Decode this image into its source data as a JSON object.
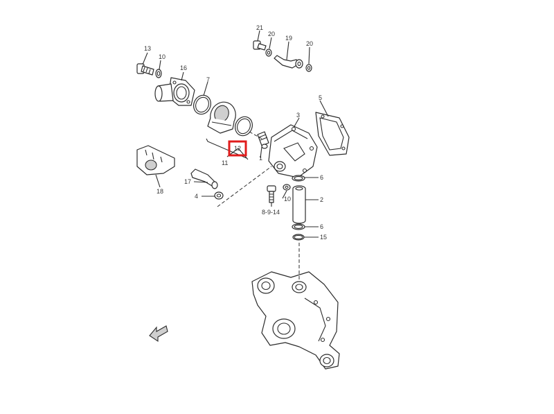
{
  "highlight_color": "#e01b1b",
  "callouts": {
    "c1": "1",
    "c2": "2",
    "c3": "3",
    "c4": "4",
    "c5": "5",
    "c6a": "6",
    "c6b": "6",
    "c7": "7",
    "c8": "8-9-14",
    "c10a": "10",
    "c10b": "10",
    "c11": "11",
    "c12": "12",
    "c13": "13",
    "c15": "15",
    "c16": "16",
    "c17": "17",
    "c18": "18",
    "c19": "19",
    "c20a": "20",
    "c20b": "20",
    "c21": "21"
  }
}
